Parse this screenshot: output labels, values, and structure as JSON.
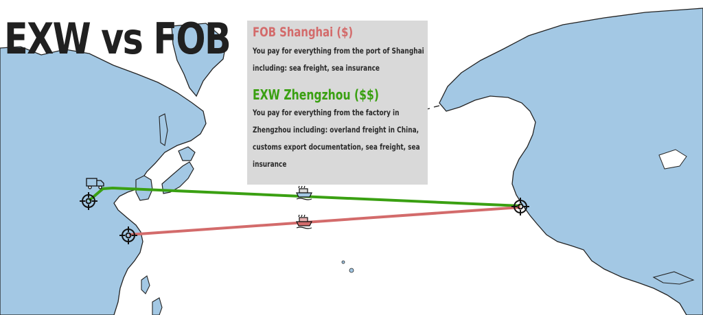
{
  "title": "EXW vs FOB",
  "fob": {
    "heading": "FOB Shanghai ($)",
    "lines": [
      "You pay for everything from the port of Shanghai",
      "including: sea freight, sea insurance"
    ],
    "color": "#d36b6b"
  },
  "exw": {
    "heading": "EXW Zhengzhou ($$)",
    "lines": [
      "You pay for everything from the factory  in",
      "Zhengzhou including: overland freight in China,",
      "customs export documentation, sea freight, sea",
      "insurance"
    ],
    "color": "#3aa012"
  },
  "colors": {
    "land": "#a3c8e4",
    "ocean": "#ffffff",
    "panel": "#d9d9d9",
    "title": "#202020"
  },
  "icons": [
    "truck-icon",
    "ship-icon",
    "target-icon"
  ]
}
